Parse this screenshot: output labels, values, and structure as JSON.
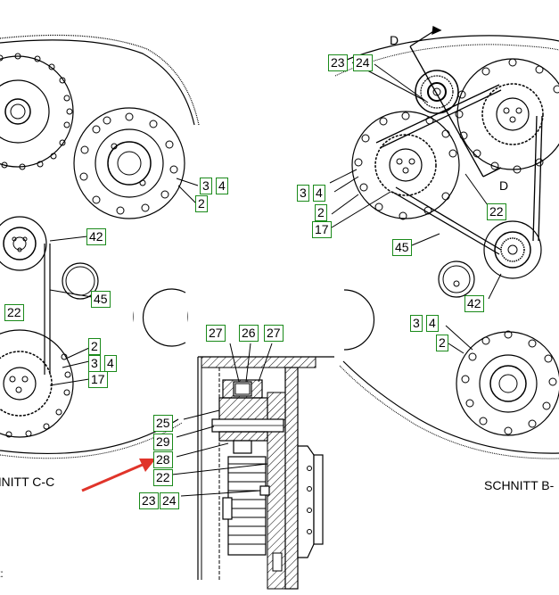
{
  "sections": {
    "left": "SCHNITT C-C",
    "right": "SCHNITT B-",
    "bottom_left": "t:"
  },
  "markers": {
    "d_top": "D",
    "d_mid": "D"
  },
  "callouts": {
    "c3l": "3",
    "c4l": "4",
    "c2l": "2",
    "c42l": "42",
    "c45l": "45",
    "c22l": "22",
    "c2b": "2",
    "c3b": "3",
    "c4b": "4",
    "c17l": "17",
    "c23r": "23",
    "c24r": "24",
    "c3r": "3",
    "c4r": "4",
    "c2r": "2",
    "c17r": "17",
    "c45r": "45",
    "c22r": "22",
    "c42r": "42",
    "c3r2": "3",
    "c4r2": "4",
    "c2r2": "2",
    "c27a": "27",
    "c26": "26",
    "c27b": "27",
    "c25": "25",
    "c29": "29",
    "c28": "28",
    "c22m": "22",
    "c23m": "23",
    "c24m": "24"
  },
  "colors": {
    "callout_border": "#1a8a1a",
    "arrow": "#e0342a",
    "line": "#000000"
  }
}
